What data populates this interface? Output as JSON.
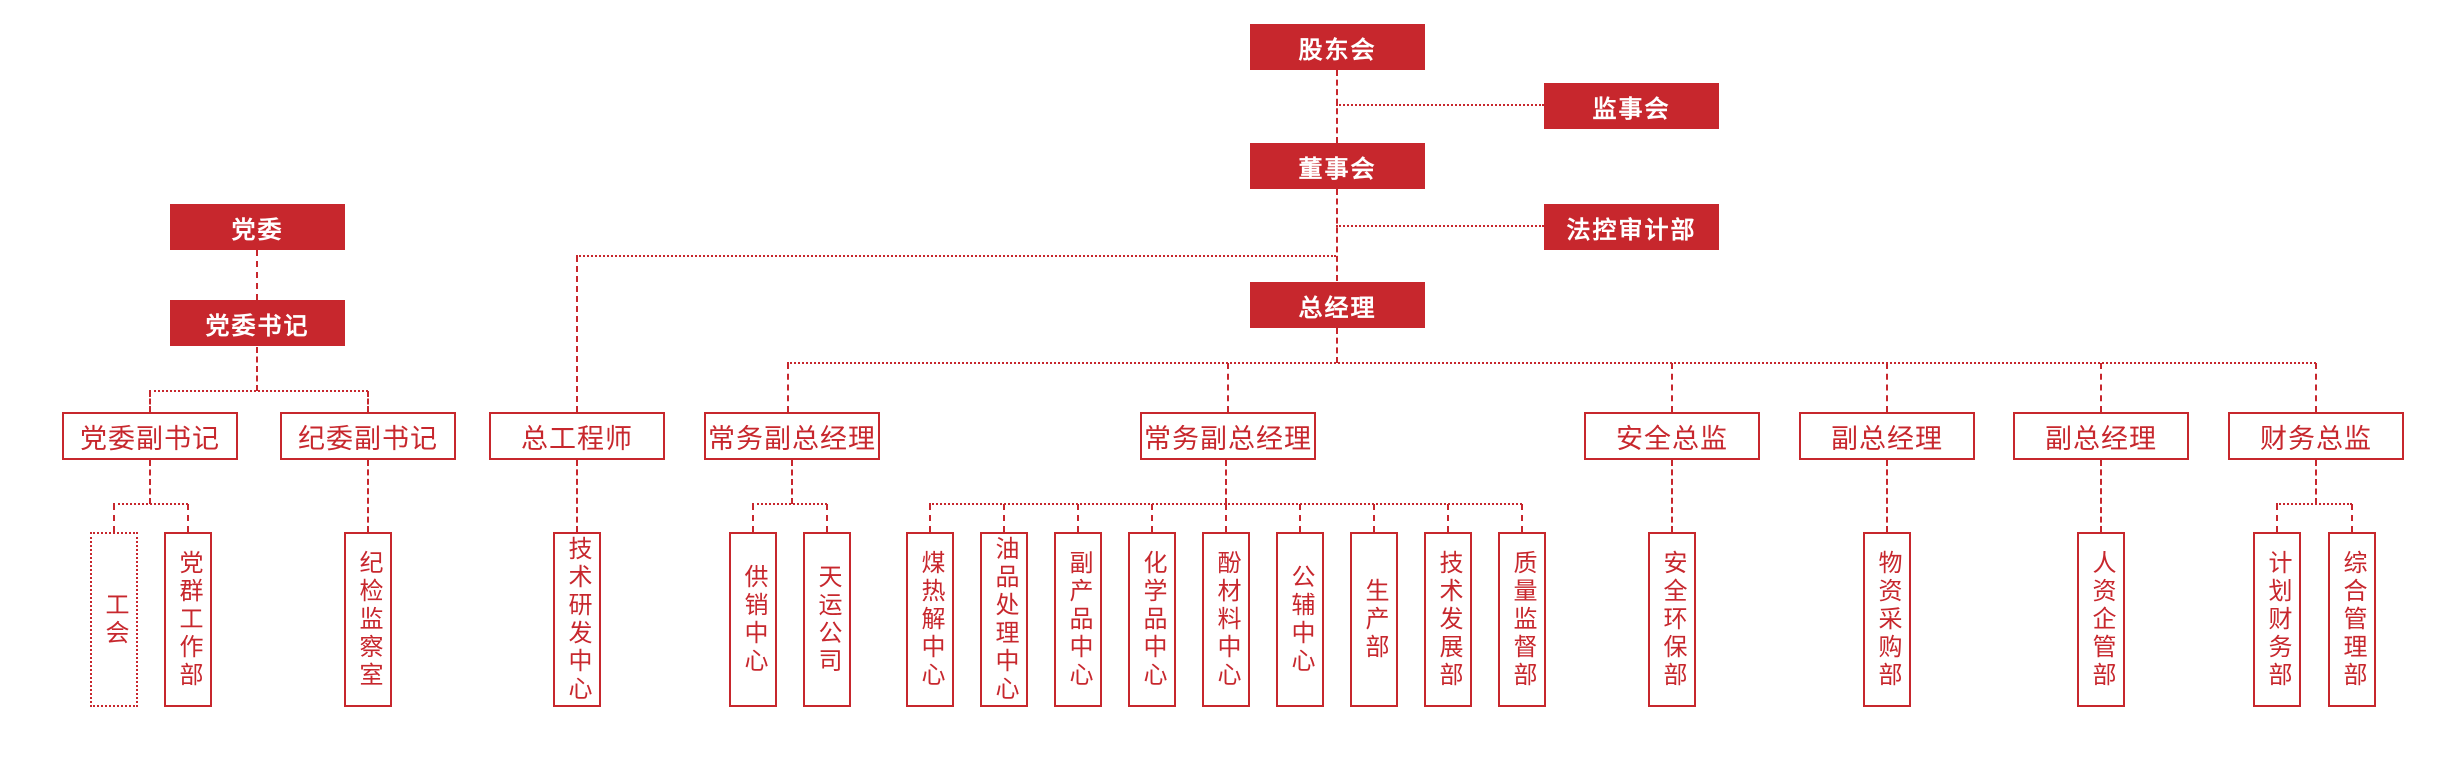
{
  "colors": {
    "brand_red": "#C7272D",
    "node_text_on_red": "#FFFFFF",
    "connector_red": "#C7272D",
    "background": "#FFFFFF"
  },
  "nodes": {
    "shareholders_meeting": {
      "label": "股东会",
      "style": "solid"
    },
    "supervisory_board": {
      "label": "监事会",
      "style": "solid"
    },
    "board_of_directors": {
      "label": "董事会",
      "style": "solid"
    },
    "legal_audit_dept": {
      "label": "法控审计部",
      "style": "solid"
    },
    "general_manager": {
      "label": "总经理",
      "style": "solid"
    },
    "party_committee": {
      "label": "党委",
      "style": "solid"
    },
    "party_committee_secretary": {
      "label": "党委书记",
      "style": "solid"
    },
    "deputy_party_secretary": {
      "label": "党委副书记",
      "style": "outline"
    },
    "deputy_discipline_secretary": {
      "label": "纪委副书记",
      "style": "outline"
    },
    "chief_engineer": {
      "label": "总工程师",
      "style": "outline"
    },
    "exec_deputy_gm_1": {
      "label": "常务副总经理",
      "style": "outline"
    },
    "exec_deputy_gm_2": {
      "label": "常务副总经理",
      "style": "outline"
    },
    "safety_director": {
      "label": "安全总监",
      "style": "outline"
    },
    "deputy_gm_1": {
      "label": "副总经理",
      "style": "outline"
    },
    "deputy_gm_2": {
      "label": "副总经理",
      "style": "outline"
    },
    "finance_director": {
      "label": "财务总监",
      "style": "outline"
    },
    "labor_union": {
      "label": "工会",
      "style": "leaf-dashed"
    },
    "party_mass_work_dept": {
      "label": "党群工作部",
      "style": "leaf"
    },
    "discipline_inspection_office": {
      "label": "纪检监察室",
      "style": "leaf"
    },
    "tech_rd_center": {
      "label": "技术研发中心",
      "style": "leaf"
    },
    "supply_marketing_center": {
      "label": "供销中心",
      "style": "leaf"
    },
    "tianyun_company": {
      "label": "天运公司",
      "style": "leaf"
    },
    "coal_pyrolysis_center": {
      "label": "煤热解中心",
      "style": "leaf"
    },
    "oil_processing_center": {
      "label": "油品处理中心",
      "style": "leaf"
    },
    "byproduct_center": {
      "label": "副产品中心",
      "style": "leaf"
    },
    "chemicals_center": {
      "label": "化学品中心",
      "style": "leaf"
    },
    "phenol_material_center": {
      "label": "酚材料中心",
      "style": "leaf"
    },
    "utility_center": {
      "label": "公辅中心",
      "style": "leaf"
    },
    "production_dept": {
      "label": "生产部",
      "style": "leaf"
    },
    "tech_development_dept": {
      "label": "技术发展部",
      "style": "leaf"
    },
    "quality_supervision_dept": {
      "label": "质量监督部",
      "style": "leaf"
    },
    "safety_environment_dept": {
      "label": "安全环保部",
      "style": "leaf"
    },
    "material_procurement_dept": {
      "label": "物资采购部",
      "style": "leaf"
    },
    "hr_enterprise_dept": {
      "label": "人资企管部",
      "style": "leaf"
    },
    "planning_finance_dept": {
      "label": "计划财务部",
      "style": "leaf"
    },
    "general_management_dept": {
      "label": "综合管理部",
      "style": "leaf"
    }
  },
  "edges": [
    [
      "shareholders_meeting",
      "supervisory_board"
    ],
    [
      "shareholders_meeting",
      "board_of_directors"
    ],
    [
      "board_of_directors",
      "legal_audit_dept"
    ],
    [
      "board_of_directors",
      "chief_engineer"
    ],
    [
      "board_of_directors",
      "general_manager"
    ],
    [
      "party_committee",
      "party_committee_secretary"
    ],
    [
      "party_committee_secretary",
      "deputy_party_secretary"
    ],
    [
      "party_committee_secretary",
      "deputy_discipline_secretary"
    ],
    [
      "general_manager",
      "exec_deputy_gm_1"
    ],
    [
      "general_manager",
      "exec_deputy_gm_2"
    ],
    [
      "general_manager",
      "safety_director"
    ],
    [
      "general_manager",
      "deputy_gm_1"
    ],
    [
      "general_manager",
      "deputy_gm_2"
    ],
    [
      "general_manager",
      "finance_director"
    ],
    [
      "deputy_party_secretary",
      "labor_union"
    ],
    [
      "deputy_party_secretary",
      "party_mass_work_dept"
    ],
    [
      "deputy_discipline_secretary",
      "discipline_inspection_office"
    ],
    [
      "chief_engineer",
      "tech_rd_center"
    ],
    [
      "exec_deputy_gm_1",
      "supply_marketing_center"
    ],
    [
      "exec_deputy_gm_1",
      "tianyun_company"
    ],
    [
      "exec_deputy_gm_2",
      "coal_pyrolysis_center"
    ],
    [
      "exec_deputy_gm_2",
      "oil_processing_center"
    ],
    [
      "exec_deputy_gm_2",
      "byproduct_center"
    ],
    [
      "exec_deputy_gm_2",
      "chemicals_center"
    ],
    [
      "exec_deputy_gm_2",
      "phenol_material_center"
    ],
    [
      "exec_deputy_gm_2",
      "utility_center"
    ],
    [
      "exec_deputy_gm_2",
      "production_dept"
    ],
    [
      "exec_deputy_gm_2",
      "tech_development_dept"
    ],
    [
      "exec_deputy_gm_2",
      "quality_supervision_dept"
    ],
    [
      "safety_director",
      "safety_environment_dept"
    ],
    [
      "deputy_gm_1",
      "material_procurement_dept"
    ],
    [
      "deputy_gm_2",
      "hr_enterprise_dept"
    ],
    [
      "finance_director",
      "planning_finance_dept"
    ],
    [
      "finance_director",
      "general_management_dept"
    ]
  ]
}
